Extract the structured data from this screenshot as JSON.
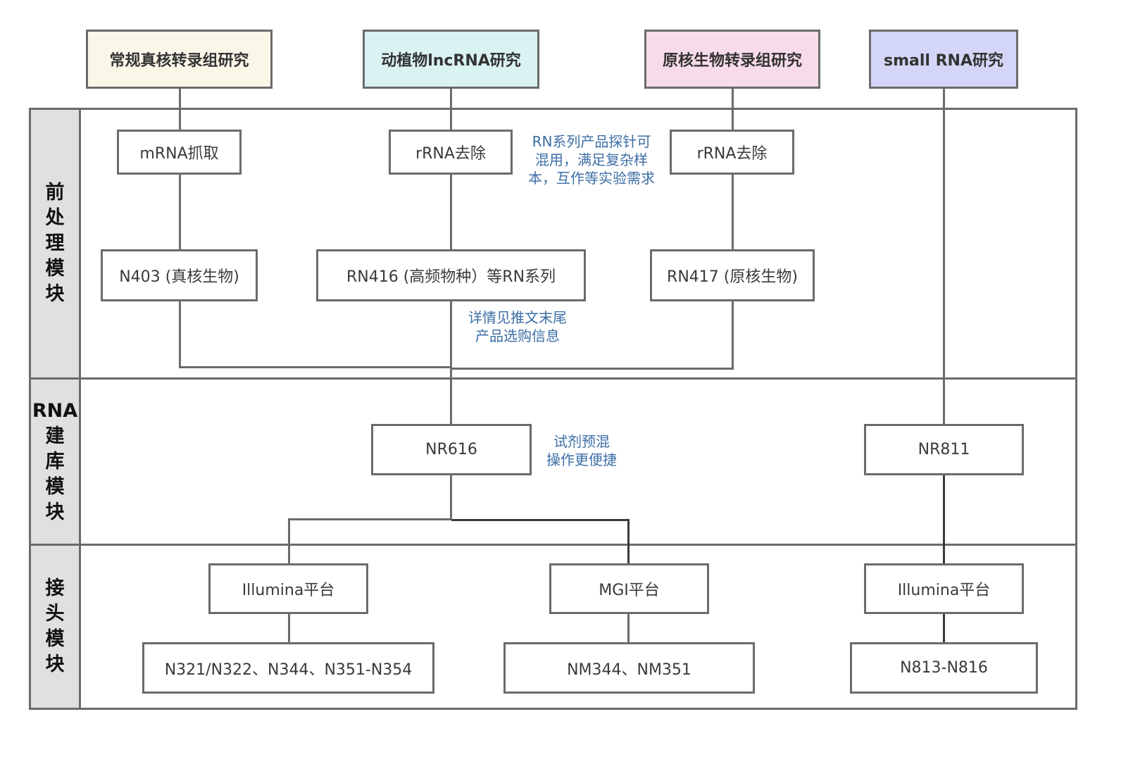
{
  "diagram": {
    "categories": [
      {
        "label": "常规真核转录组研究",
        "color": "#faf7e9"
      },
      {
        "label": "动植物lncRNA研究",
        "color": "#d9f3f2"
      },
      {
        "label": "原核生物转录组研究",
        "color": "#f8dbe9"
      },
      {
        "label": "small RNA研究",
        "color": "#d3d6f6"
      }
    ],
    "lanes": [
      {
        "label_lines": [
          "前",
          "处",
          "理",
          "模",
          "块"
        ]
      },
      {
        "label_lines": [
          "RNA",
          "建",
          "库",
          "模",
          "块"
        ]
      },
      {
        "label_lines": [
          "接",
          "头",
          "模",
          "块"
        ]
      }
    ],
    "lane_label_bg": "#e0e0e0",
    "line_color": "#6b6b6b",
    "note_color": "#3c6ea6",
    "preprocessing": {
      "steps": [
        "mRNA抓取",
        "rRNA去除",
        "rRNA去除"
      ],
      "products": [
        "N403 (真核生物)",
        "RN416 (高频物种）等RN系列",
        "RN417 (原核生物)"
      ]
    },
    "library": {
      "products": [
        "NR616",
        "NR811"
      ]
    },
    "adapter": {
      "platforms": [
        "Illumina平台",
        "MGI平台",
        "Illumina平台"
      ],
      "products": [
        "N321/N322、N344、N351-N354",
        "NM344、NM351",
        "N813-N816"
      ]
    },
    "notes": {
      "probe_note": [
        "RN系列产品探针可",
        "混用，满足复杂样",
        "本，互作等实验需求"
      ],
      "detail_note": [
        "详情见推文末尾",
        "产品选购信息"
      ],
      "premix_note": [
        "试剂预混",
        "操作更便捷"
      ]
    }
  }
}
